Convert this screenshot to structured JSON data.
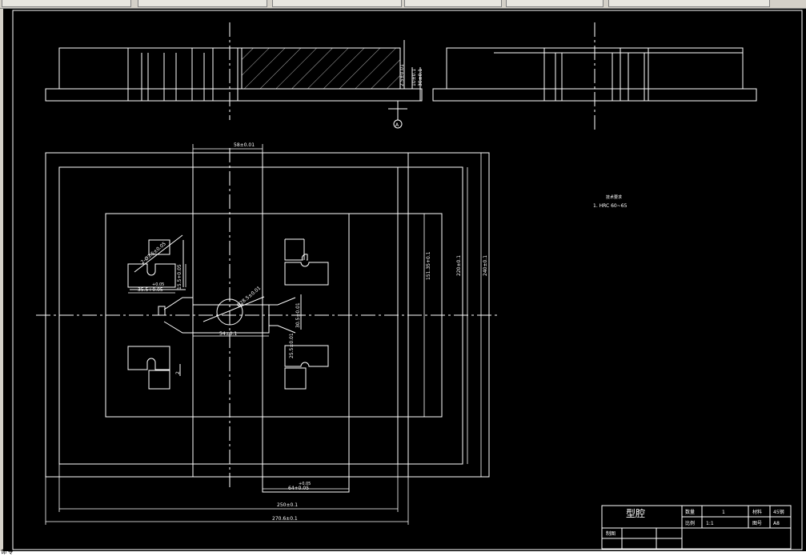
{
  "tabs": [
    "",
    "",
    "",
    "",
    "",
    ""
  ],
  "statusbar": {
    "prompt": "命令"
  },
  "colors": {
    "background": "#000000",
    "lines": "#ffffff",
    "chrome": "#d4d0c8"
  },
  "drawing": {
    "section_marker": "A",
    "dims": {
      "top_width": "58±0.01",
      "side_a": "2.5±0.01",
      "side_b": "10±0.1",
      "side_c": "30±0.1",
      "plate_height_inner": "151.35+0.1",
      "plate_height_mid": "220±0.1",
      "plate_height_outer": "240±0.1",
      "bottom_cavity": "64+0.05",
      "bottom_mid": "250±0.1",
      "bottom_outer": "270.6±0.1",
      "center_width": "54±0.1",
      "center_dia": "Ø28.5±0.01",
      "left_h1": "15.5+0.05",
      "left_w1": "35.5+0.05",
      "left_diag": "2-Ø3.5±0.05",
      "left_small": "2",
      "right_h1": "30.5±0.01",
      "right_h2": "25.5±0.01",
      "top_mark": "+0.05",
      "bottom_tol": "+0.05"
    },
    "notes": {
      "heading": "技术要求",
      "item1": "1. HRC 60~65"
    }
  },
  "title_block": {
    "part_name": "型腔",
    "qty_label": "数量",
    "qty_value": "1",
    "material_label": "材料",
    "material_value": "45钢",
    "scale_label": "比例",
    "scale_value": "1:1",
    "drawing_no_label": "图号",
    "drawing_no_value": "A8",
    "drawn_label": "制图"
  }
}
